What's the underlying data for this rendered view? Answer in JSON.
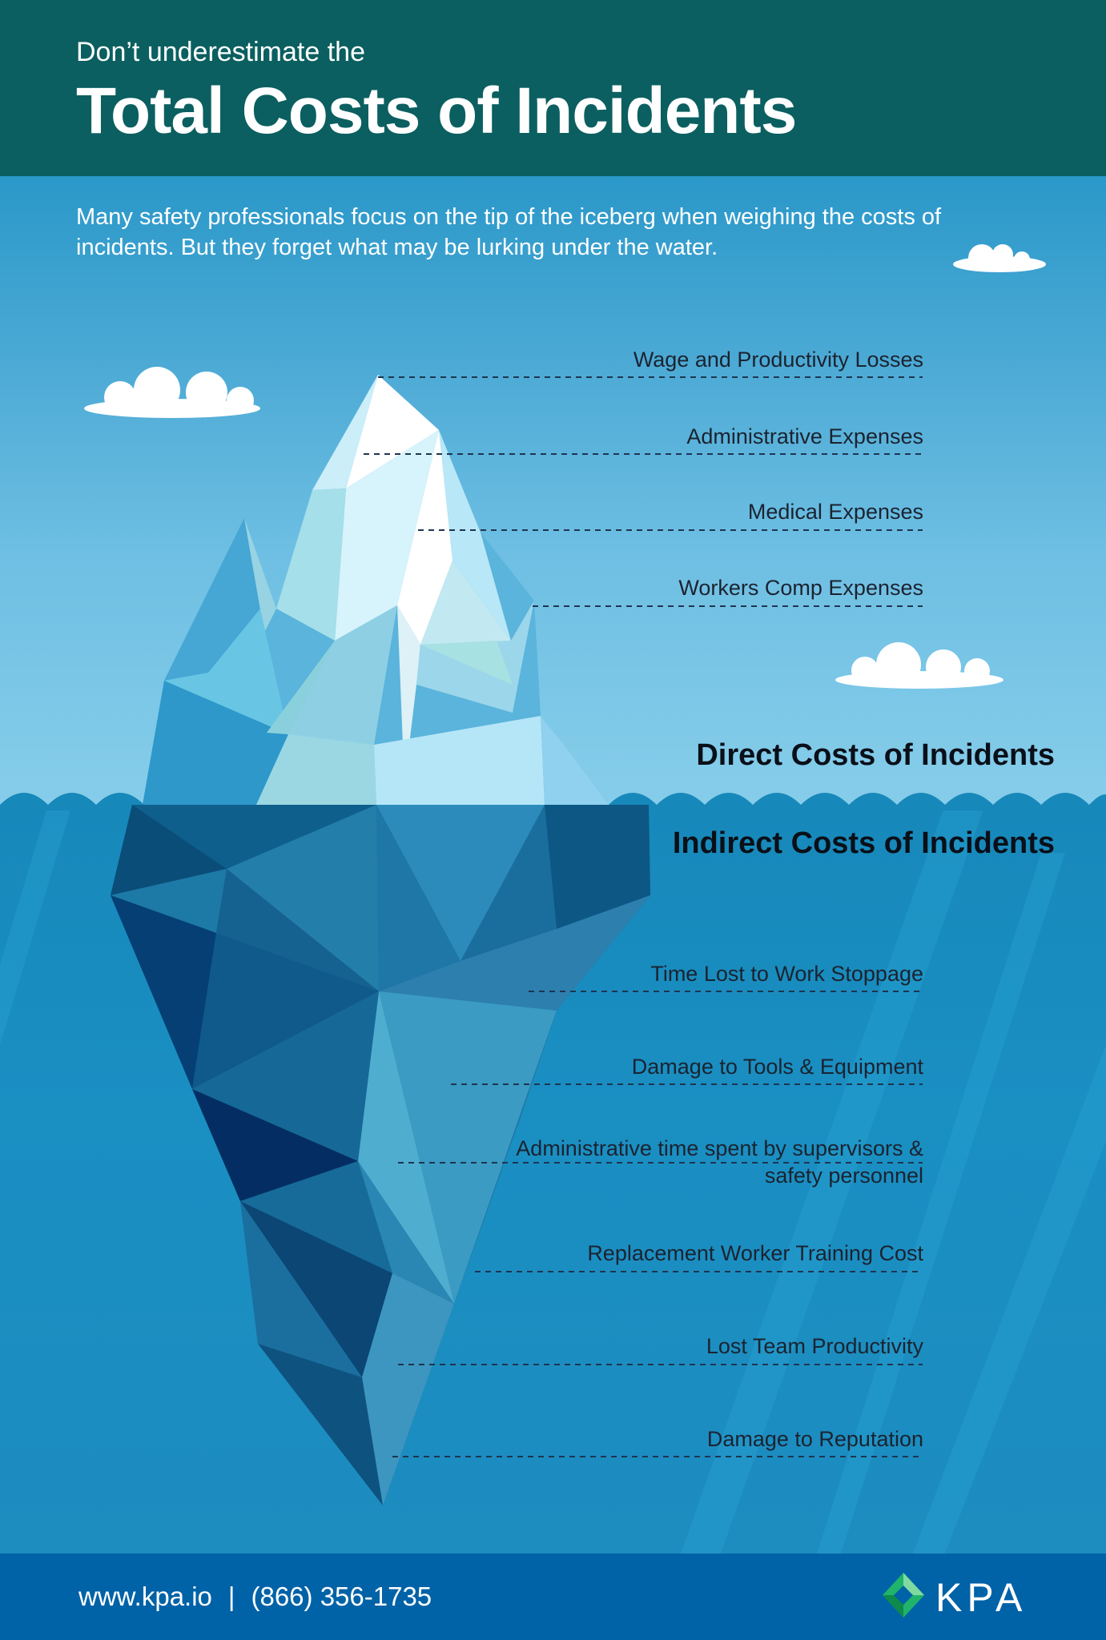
{
  "header": {
    "kicker": "Don’t underestimate the",
    "title": "Total Costs of Incidents"
  },
  "intro": "Many safety professionals focus on the tip of the iceberg when weighing the costs of incidents. But they forget what may be lurking under the water.",
  "direct_costs": {
    "heading": "Direct Costs of Incidents",
    "items": [
      "Wage and Productivity Losses",
      "Administrative Expenses",
      "Medical Expenses",
      "Workers Comp Expenses"
    ]
  },
  "indirect_costs": {
    "heading": "Indirect Costs of Incidents",
    "items": [
      "Time Lost to Work Stoppage",
      "Damage to Tools & Equipment",
      "Administrative time spent by supervisors & safety personnel",
      "Replacement Worker Training Cost",
      "Lost Team Productivity",
      "Damage to Reputation"
    ]
  },
  "footer": {
    "website": "www.kpa.io",
    "separator": "|",
    "phone": "(866) 356-1735",
    "logo_text": "KPA"
  },
  "colors": {
    "header_bg": "#0b5f60",
    "footer_bg": "#0062a7",
    "sky": "#6ebfe3",
    "sea": "#1a8fc2"
  }
}
